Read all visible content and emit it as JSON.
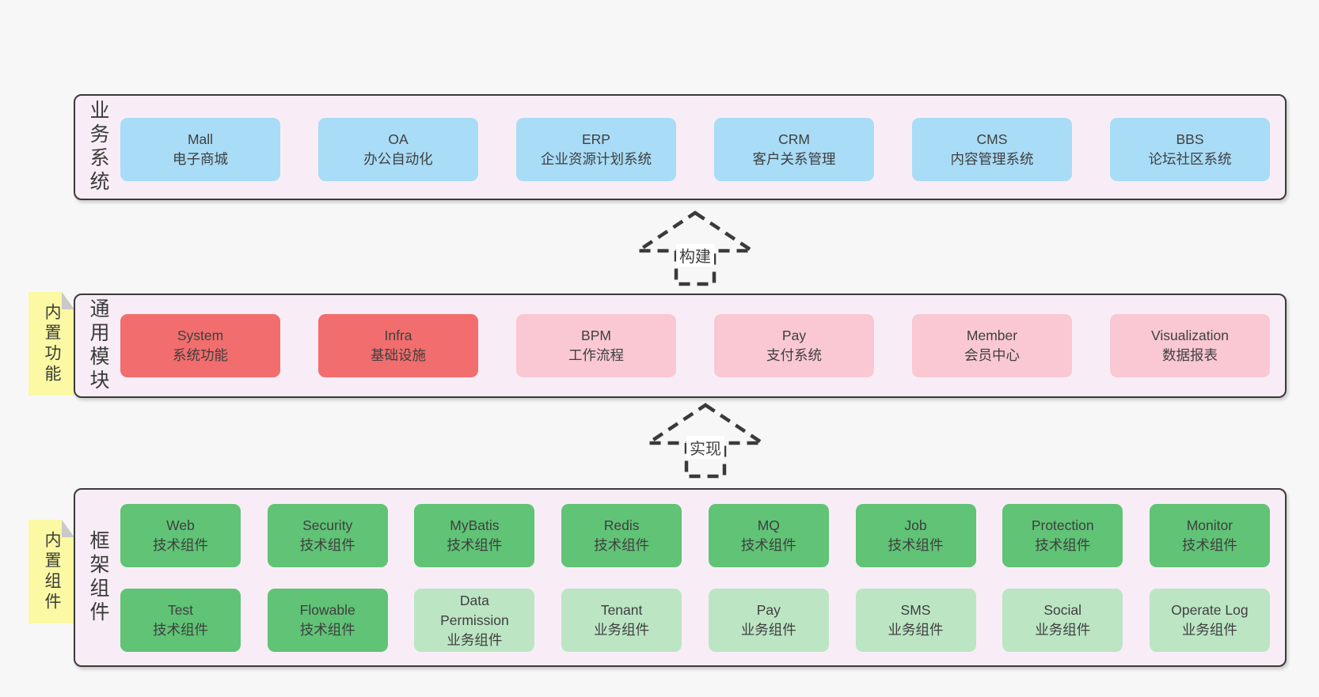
{
  "colors": {
    "page_bg": "#f7f7f7",
    "container_bg": "#f8edf6",
    "container_border": "#3a3a3a",
    "business_system_box": "#a9dcf6",
    "core_module_box": "#f26d6d",
    "optional_module_box": "#f9c8d3",
    "tech_component_box": "#60c376",
    "biz_component_box": "#bce5c4",
    "tab_bg": "#fbf9a3",
    "fold_corner": "#c9c9c9",
    "text": "#3f3f3f"
  },
  "layers": [
    {
      "label": "业务系统",
      "boxes": [
        {
          "name": "Mall",
          "desc": "电子商城"
        },
        {
          "name": "OA",
          "desc": "办公自动化"
        },
        {
          "name": "ERP",
          "desc": "企业资源计划系统"
        },
        {
          "name": "CRM",
          "desc": "客户关系管理"
        },
        {
          "name": "CMS",
          "desc": "内容管理系统"
        },
        {
          "name": "BBS",
          "desc": "论坛社区系统"
        }
      ]
    },
    {
      "label": "通用模块",
      "tab": "内置功能",
      "boxes": [
        {
          "name": "System",
          "desc": "系统功能"
        },
        {
          "name": "Infra",
          "desc": "基础设施"
        },
        {
          "name": "BPM",
          "desc": "工作流程"
        },
        {
          "name": "Pay",
          "desc": "支付系统"
        },
        {
          "name": "Member",
          "desc": "会员中心"
        },
        {
          "name": "Visualization",
          "desc": "数据报表"
        }
      ]
    },
    {
      "label": "框架组件",
      "tab": "内置组件",
      "rows": [
        [
          {
            "name": "Web",
            "desc": "技术组件"
          },
          {
            "name": "Security",
            "desc": "技术组件"
          },
          {
            "name": "MyBatis",
            "desc": "技术组件"
          },
          {
            "name": "Redis",
            "desc": "技术组件"
          },
          {
            "name": "MQ",
            "desc": "技术组件"
          },
          {
            "name": "Job",
            "desc": "技术组件"
          },
          {
            "name": "Protection",
            "desc": "技术组件"
          },
          {
            "name": "Monitor",
            "desc": "技术组件"
          }
        ],
        [
          {
            "name": "Test",
            "desc": "技术组件"
          },
          {
            "name": "Flowable",
            "desc": "技术组件"
          },
          {
            "name": "Data Permission",
            "desc": "业务组件"
          },
          {
            "name": "Tenant",
            "desc": "业务组件"
          },
          {
            "name": "Pay",
            "desc": "业务组件"
          },
          {
            "name": "SMS",
            "desc": "业务组件"
          },
          {
            "name": "Social",
            "desc": "业务组件"
          },
          {
            "name": "Operate Log",
            "desc": "业务组件"
          }
        ]
      ]
    }
  ],
  "arrows": [
    {
      "label": "构建"
    },
    {
      "label": "实现"
    }
  ]
}
